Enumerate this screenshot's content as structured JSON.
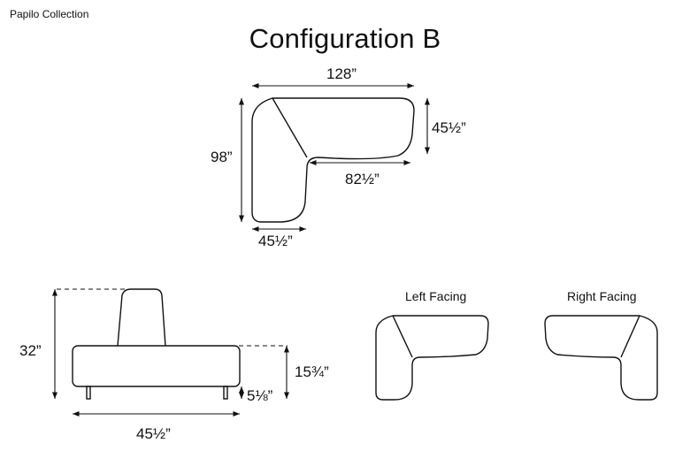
{
  "header": {
    "brand": "Papilo Collection",
    "title": "Configuration B"
  },
  "top_view": {
    "overall_width": "128”",
    "right_depth": "45½”",
    "overall_depth": "98”",
    "inner_length": "82½”",
    "bottom_width": "45½”"
  },
  "side_view": {
    "total_height": "32”",
    "seat_height": "15¾”",
    "leg_height": "5⅛”",
    "width": "45½”"
  },
  "variants": {
    "left_label": "Left Facing",
    "right_label": "Right Facing"
  }
}
